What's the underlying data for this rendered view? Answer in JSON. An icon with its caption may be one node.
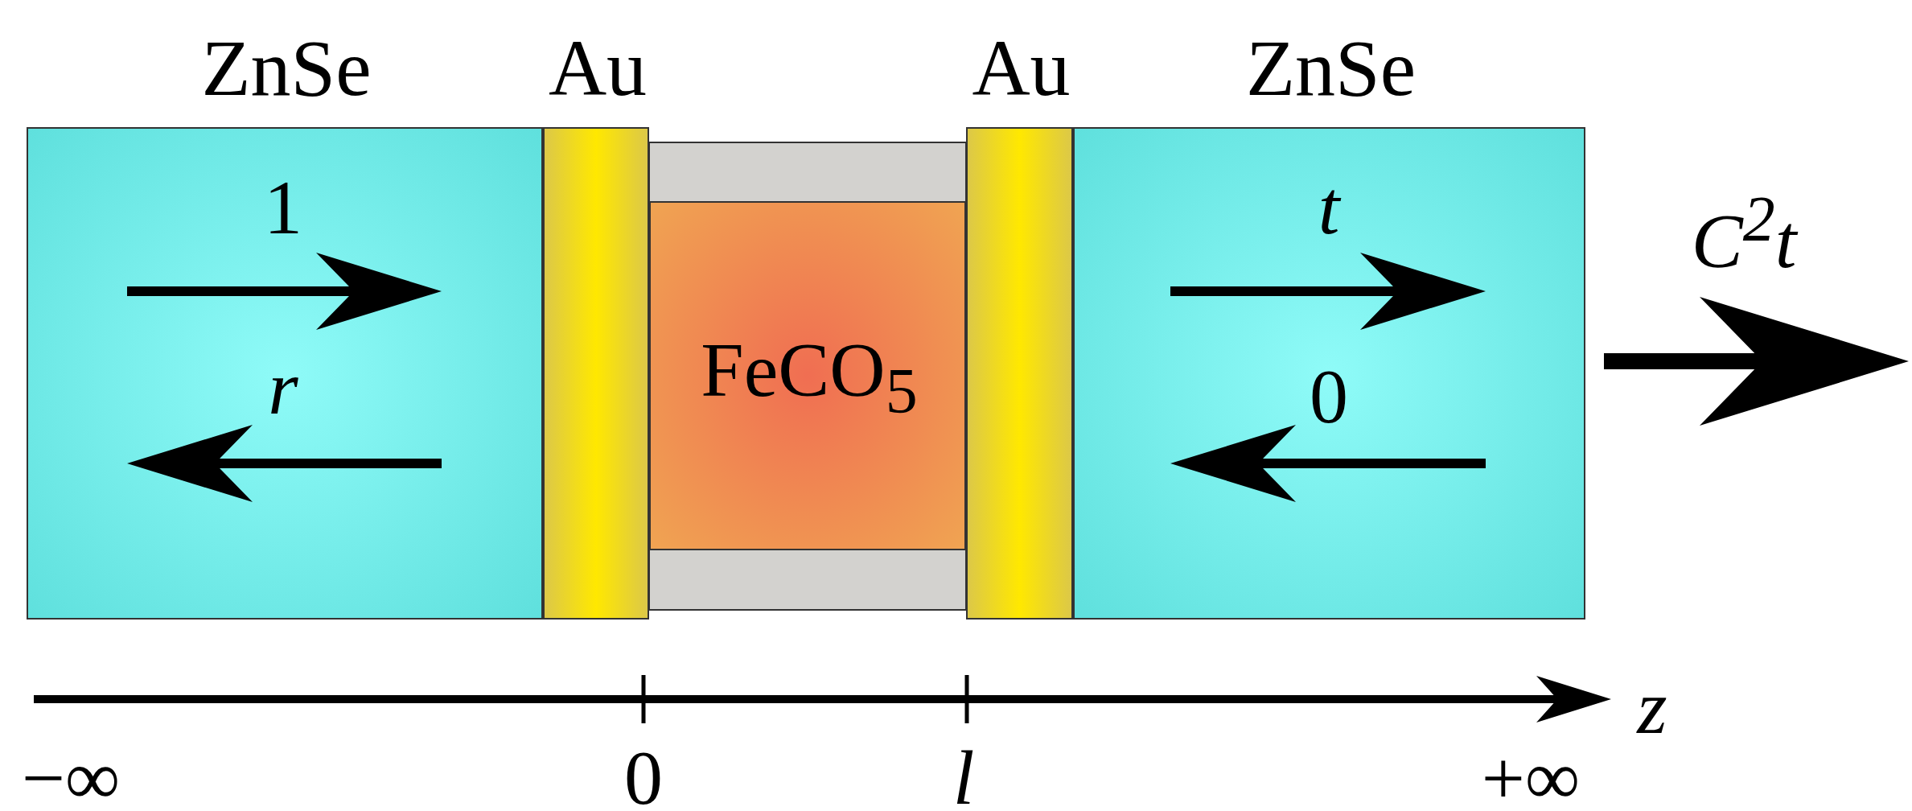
{
  "diagram": {
    "nodes": [
      {
        "text": [
          "ZnSe"
        ]
      },
      {
        "text": [
          "Au"
        ]
      },
      {
        "text": [
          "FeCO$_{5}$"
        ]
      },
      {
        "text": [
          "Au"
        ]
      },
      {
        "text": [
          "ZnSe"
        ]
      }
    ],
    "edges": [],
    "labels": [
      "1",
      "r",
      "t",
      "0",
      "C$^{2}$t",
      "z",
      "−∞",
      "0",
      "l",
      "+∞"
    ]
  }
}
